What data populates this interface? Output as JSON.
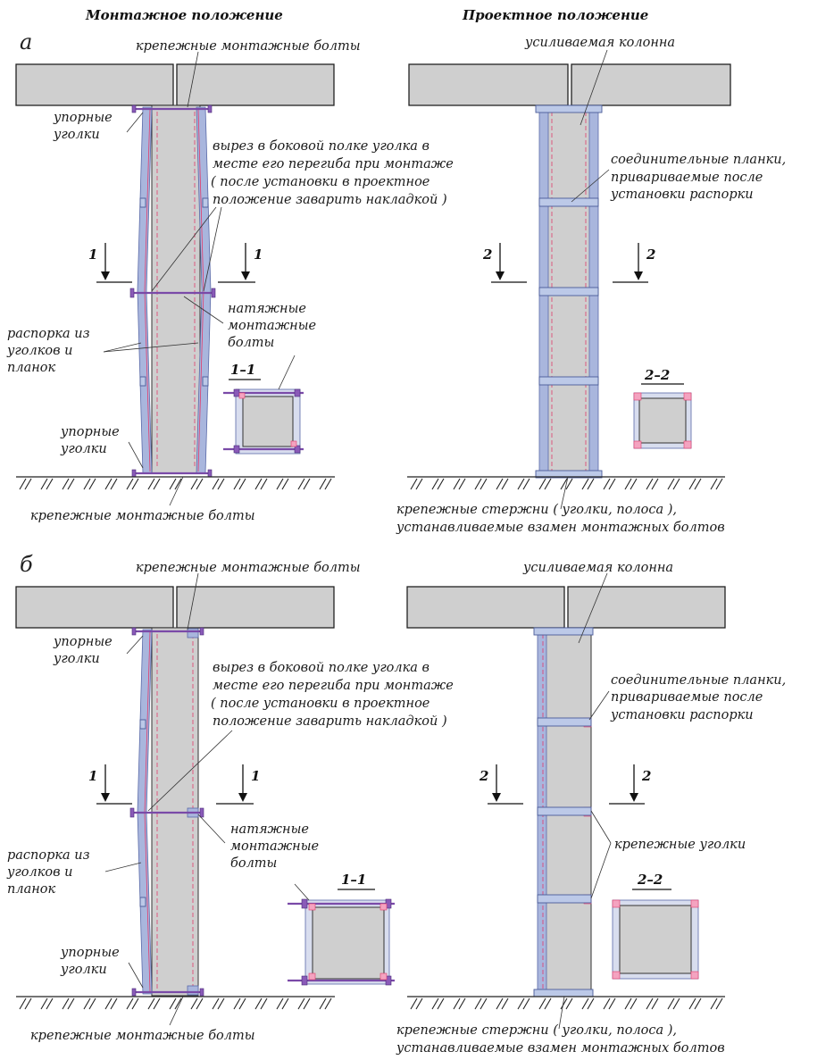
{
  "headers": {
    "left": "Монтажное положение",
    "right": "Проектное положение"
  },
  "variant_a": {
    "letter": "а",
    "fastening_bolts_top": "крепежные монтажные болты",
    "fastening_bolts_bottom": "крепежные монтажные болты",
    "stop_angles_top": [
      "упорные",
      "уголки"
    ],
    "stop_angles_bottom": [
      "упорные",
      "уголки"
    ],
    "cutout_note": [
      "вырез в боковой полке уголка в",
      "месте его перегиба при монтаже",
      "( после установки в проектное",
      "положение заварить накладкой )"
    ],
    "tension_bolts": [
      "натяжные",
      "монтажные",
      "болты"
    ],
    "strut": [
      "распорка из",
      "уголков и",
      "планок"
    ],
    "section_1_mark": "1",
    "section_1_title": "1–1",
    "reinforced_column": "усиливаемая колонна",
    "connecting_plates": [
      "соединительные планки,",
      "привариваемые после",
      "установки распорки"
    ],
    "section_2_mark": "2",
    "section_2_title": "2–2",
    "fastening_rods": [
      "крепежные стержни ( уголки, полоса ),",
      "устанавливаемые взамен монтажных болтов"
    ]
  },
  "variant_b": {
    "letter": "б",
    "fastening_bolts_top": "крепежные монтажные болты",
    "fastening_bolts_bottom": "крепежные монтажные болты",
    "stop_angles_top": [
      "упорные",
      "уголки"
    ],
    "stop_angles_bottom": [
      "упорные",
      "уголки"
    ],
    "cutout_note": [
      "вырез в боковой полке уголка в",
      "месте его перегиба при монтаже",
      "( после установки в проектное",
      "положение заварить накладкой )"
    ],
    "tension_bolts": [
      "натяжные",
      "монтажные",
      "болты"
    ],
    "strut": [
      "распорка из",
      "уголков и",
      "планок"
    ],
    "section_1_mark": "1",
    "section_1_title": "1–1",
    "reinforced_column": "усиливаемая колонна",
    "connecting_plates": [
      "соединительные планки,",
      "привариваемые после",
      "установки распорки"
    ],
    "fastening_angles": "крепежные уголки",
    "section_2_mark": "2",
    "section_2_title": "2–2",
    "fastening_rods": [
      "крепежные стержни ( уголки, полоса ),",
      "устанавливаемые взамен монтажных болтов"
    ]
  }
}
